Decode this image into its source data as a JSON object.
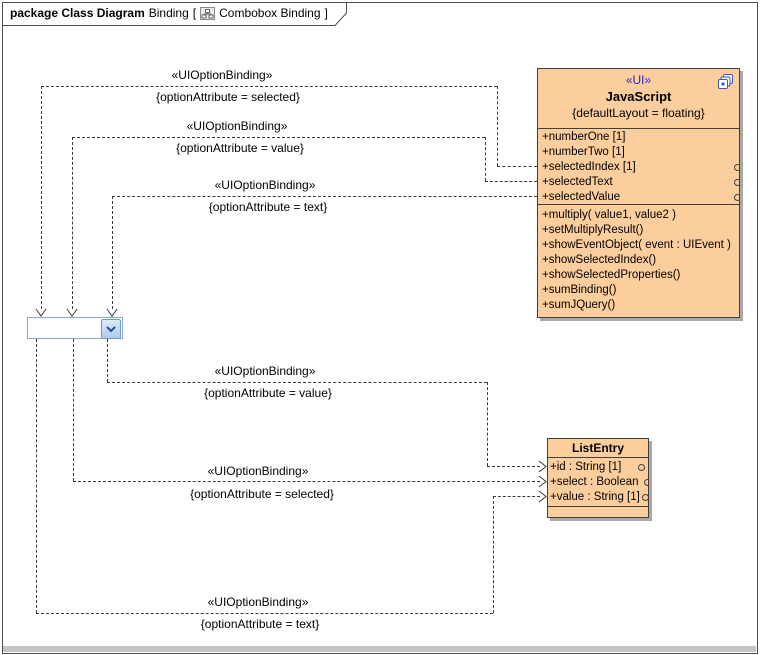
{
  "frame": {
    "tab": {
      "kind_label": "package Class Diagram",
      "context_label": "Binding",
      "bracket_open": "[",
      "diagram_name": "Combobox Binding",
      "bracket_close": "]"
    }
  },
  "classes": {
    "javascript": {
      "stereotype": "«UI»",
      "name": "JavaScript",
      "constraint": "{defaultLayout = floating}",
      "attributes": [
        {
          "text": "+numberOne [1]"
        },
        {
          "text": "+numberTwo [1]"
        },
        {
          "text": "+selectedIndex [1]"
        },
        {
          "text": "+selectedText"
        },
        {
          "text": "+selectedValue"
        }
      ],
      "operations": [
        {
          "text": "+multiply( value1, value2 )"
        },
        {
          "text": "+setMultiplyResult()"
        },
        {
          "text": "+showEventObject( event : UIEvent )"
        },
        {
          "text": "+showSelectedIndex()"
        },
        {
          "text": "+showSelectedProperties()"
        },
        {
          "text": "+sumBinding()"
        },
        {
          "text": "+sumJQuery()"
        }
      ]
    },
    "listentry": {
      "name": "ListEntry",
      "attributes": [
        {
          "text": "+id : String [1]"
        },
        {
          "text": "+select : Boolean"
        },
        {
          "text": "+value : String [1]"
        }
      ]
    }
  },
  "connectors": [
    {
      "stereotype": "«UIOptionBinding»",
      "constraint": "{optionAttribute = selected}"
    },
    {
      "stereotype": "«UIOptionBinding»",
      "constraint": "{optionAttribute = value}"
    },
    {
      "stereotype": "«UIOptionBinding»",
      "constraint": "{optionAttribute = text}"
    },
    {
      "stereotype": "«UIOptionBinding»",
      "constraint": "{optionAttribute = value}"
    },
    {
      "stereotype": "«UIOptionBinding»",
      "constraint": "{optionAttribute = selected}"
    },
    {
      "stereotype": "«UIOptionBinding»",
      "constraint": "{optionAttribute = text}"
    }
  ],
  "widgets": {
    "combobox": {
      "value": ""
    }
  },
  "colors": {
    "class_fill": "#fcce9d",
    "class_border": "#404040",
    "stereotype_text": "#2222cc",
    "shadow": "#a8a8a8",
    "connector": "#3a3a3a",
    "combobox_border": "#8aa8c8",
    "combobox_button": "#aecbf0",
    "chevron": "#1f4e9c"
  }
}
